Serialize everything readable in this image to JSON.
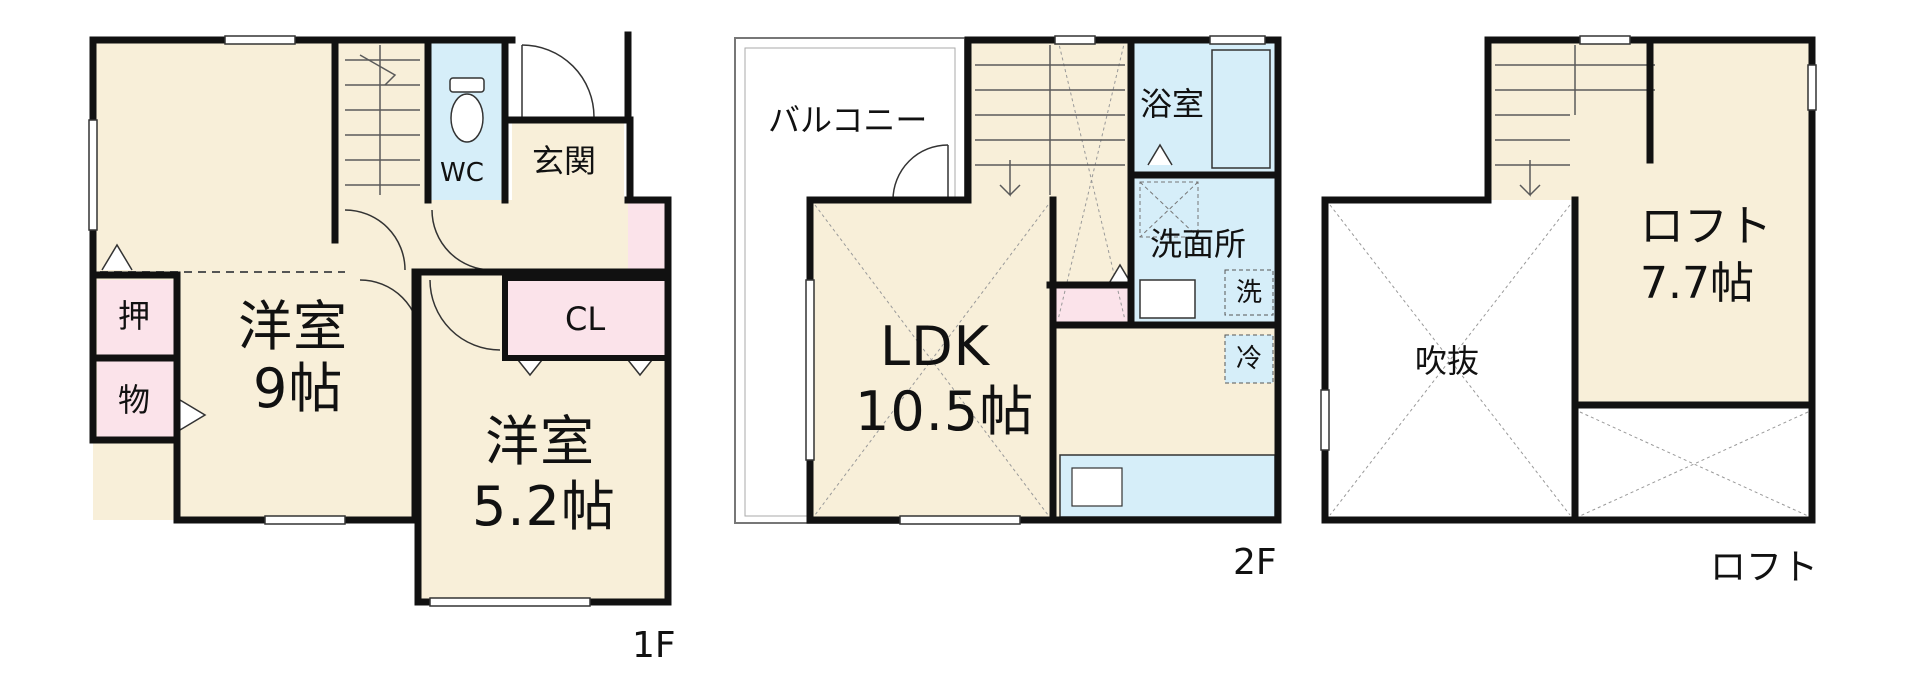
{
  "colors": {
    "room": "#f8efd9",
    "wet": "#d6eef9",
    "storage": "#fbe3ea",
    "wall": "#111111",
    "fixture_line": "#5a5a5a",
    "void": "#ffffff"
  },
  "floors": {
    "first": {
      "floor_label": "1F",
      "rooms": {
        "western_large": [
          "洋室",
          "9帖"
        ],
        "western_small": [
          "洋室",
          "5.2帖"
        ],
        "wc": "WC",
        "entrance": "玄関",
        "closet": "CL",
        "oshi": "押",
        "mono": "物"
      }
    },
    "second": {
      "floor_label": "2F",
      "rooms": {
        "balcony": "バルコニー",
        "ldk": [
          "LDK",
          "10.5帖"
        ],
        "bath": "浴室",
        "washroom": "洗面所",
        "washer": "洗",
        "fridge": "冷"
      }
    },
    "loft": {
      "floor_label": "ロフト",
      "rooms": {
        "loft_room": [
          "ロフト",
          "7.7帖"
        ],
        "void": "吹抜"
      }
    }
  }
}
